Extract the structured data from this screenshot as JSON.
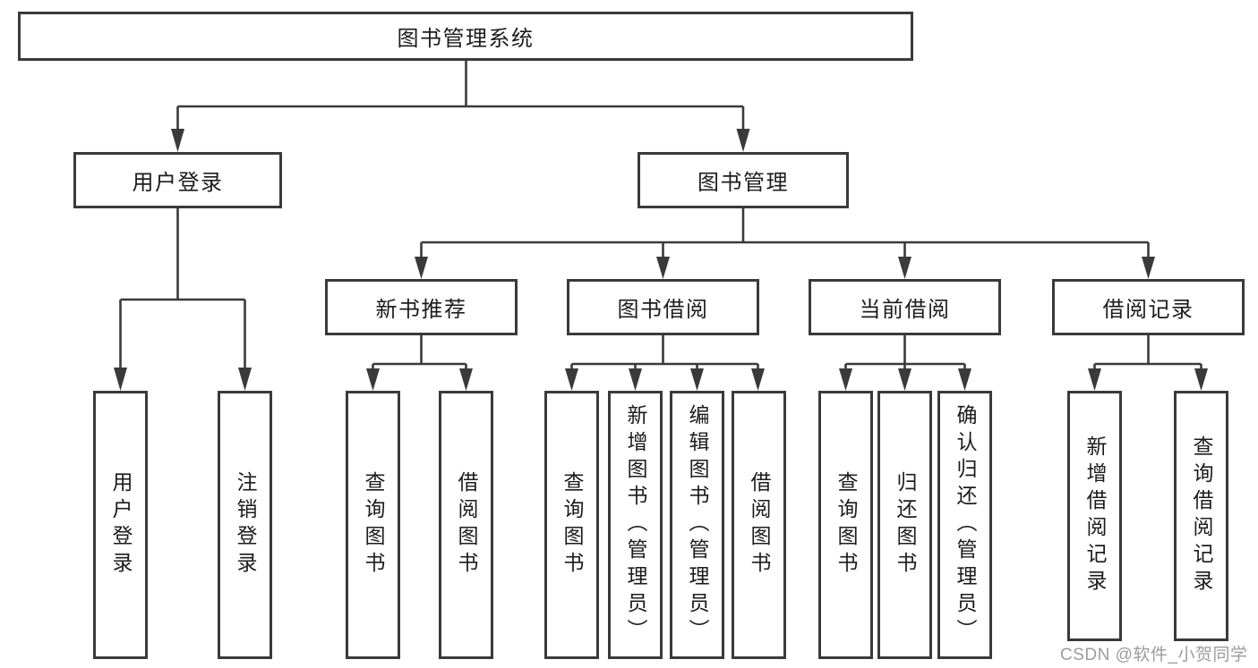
{
  "diagram": {
    "type": "hierarchy",
    "root": {
      "label": "图书管理系统",
      "children": [
        {
          "label": "用户登录",
          "children": [
            {
              "label": "用户登录"
            },
            {
              "label": "注销登录"
            }
          ]
        },
        {
          "label": "图书管理",
          "children": [
            {
              "label": "新书推荐",
              "children": [
                {
                  "label": "查询图书"
                },
                {
                  "label": "借阅图书"
                }
              ]
            },
            {
              "label": "图书借阅",
              "children": [
                {
                  "label": "查询图书"
                },
                {
                  "label": "新增图书（管理员）"
                },
                {
                  "label": "编辑图书（管理员）"
                },
                {
                  "label": "借阅图书"
                }
              ]
            },
            {
              "label": "当前借阅",
              "children": [
                {
                  "label": "查询图书"
                },
                {
                  "label": "归还图书"
                },
                {
                  "label": "确认归还（管理员）"
                }
              ]
            },
            {
              "label": "借阅记录",
              "children": [
                {
                  "label": "新增借阅记录"
                },
                {
                  "label": "查询借阅记录"
                }
              ]
            }
          ]
        }
      ]
    }
  },
  "watermark": {
    "text": "CSDN @软件_小贺同学"
  },
  "colors": {
    "line": "#3a3a3a",
    "text": "#1c1c1c",
    "background": "#ffffff",
    "watermark": "#9c9c9c"
  }
}
